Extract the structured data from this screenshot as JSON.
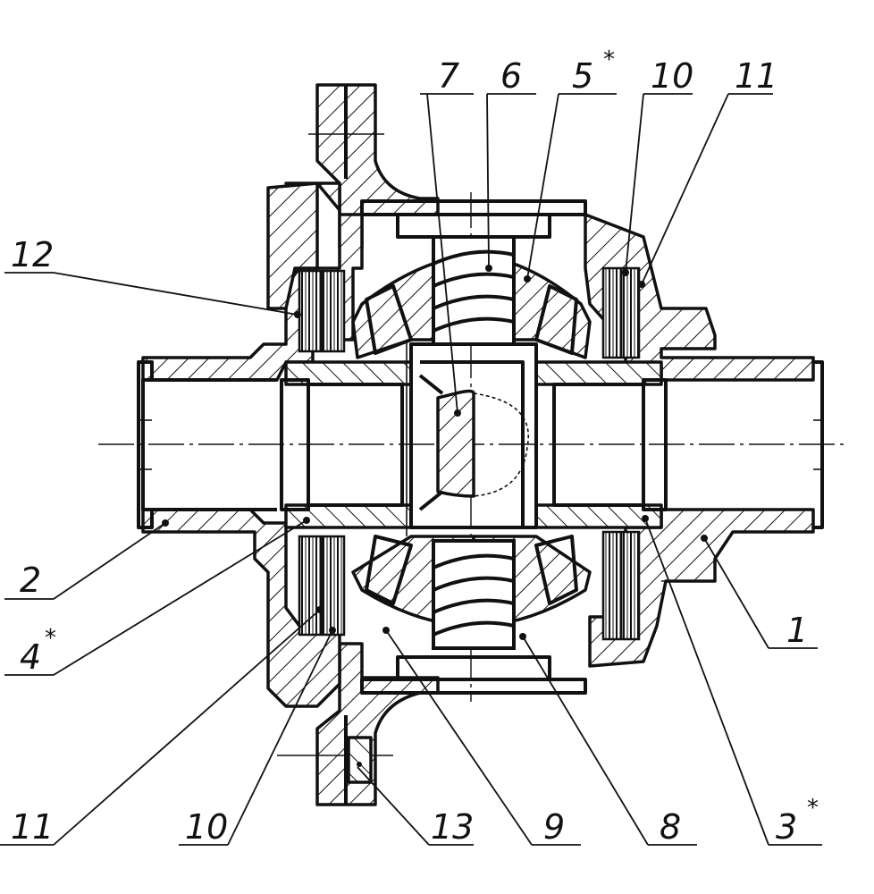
{
  "callouts": [
    {
      "id": "c7",
      "text": "7",
      "star": ""
    },
    {
      "id": "c6",
      "text": "6",
      "star": ""
    },
    {
      "id": "c5",
      "text": "5",
      "star": "*"
    },
    {
      "id": "c10t",
      "text": "10",
      "star": ""
    },
    {
      "id": "c11t",
      "text": "11",
      "star": ""
    },
    {
      "id": "c12",
      "text": "12",
      "star": ""
    },
    {
      "id": "c2",
      "text": "2",
      "star": ""
    },
    {
      "id": "c4",
      "text": "4",
      "star": "*"
    },
    {
      "id": "c1",
      "text": "1",
      "star": ""
    },
    {
      "id": "c11b",
      "text": "11",
      "star": ""
    },
    {
      "id": "c10b",
      "text": "10",
      "star": ""
    },
    {
      "id": "c13",
      "text": "13",
      "star": ""
    },
    {
      "id": "c9",
      "text": "9",
      "star": ""
    },
    {
      "id": "c8",
      "text": "8",
      "star": ""
    },
    {
      "id": "c3",
      "text": "3",
      "star": "*"
    }
  ]
}
